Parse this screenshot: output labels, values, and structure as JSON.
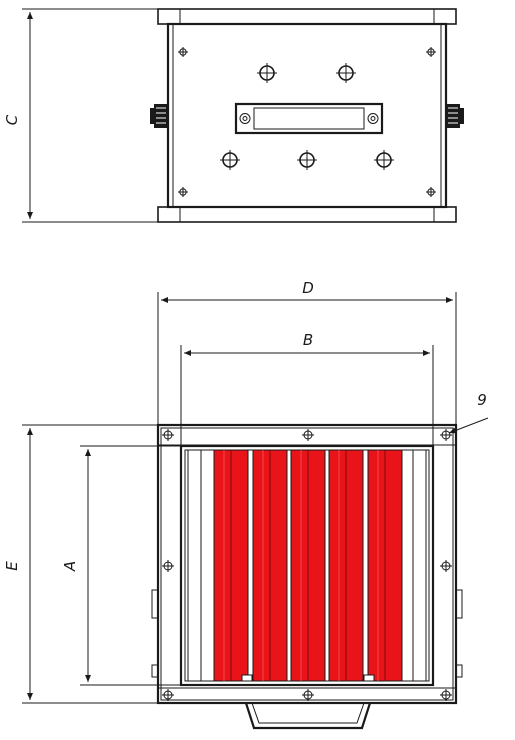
{
  "dimensions": {
    "c": "C",
    "d": "D",
    "b": "B",
    "e": "E",
    "a": "A"
  },
  "callout": {
    "number": "9"
  },
  "colors": {
    "magnet_red": "#e8141a",
    "line": "#1a1a1a"
  }
}
